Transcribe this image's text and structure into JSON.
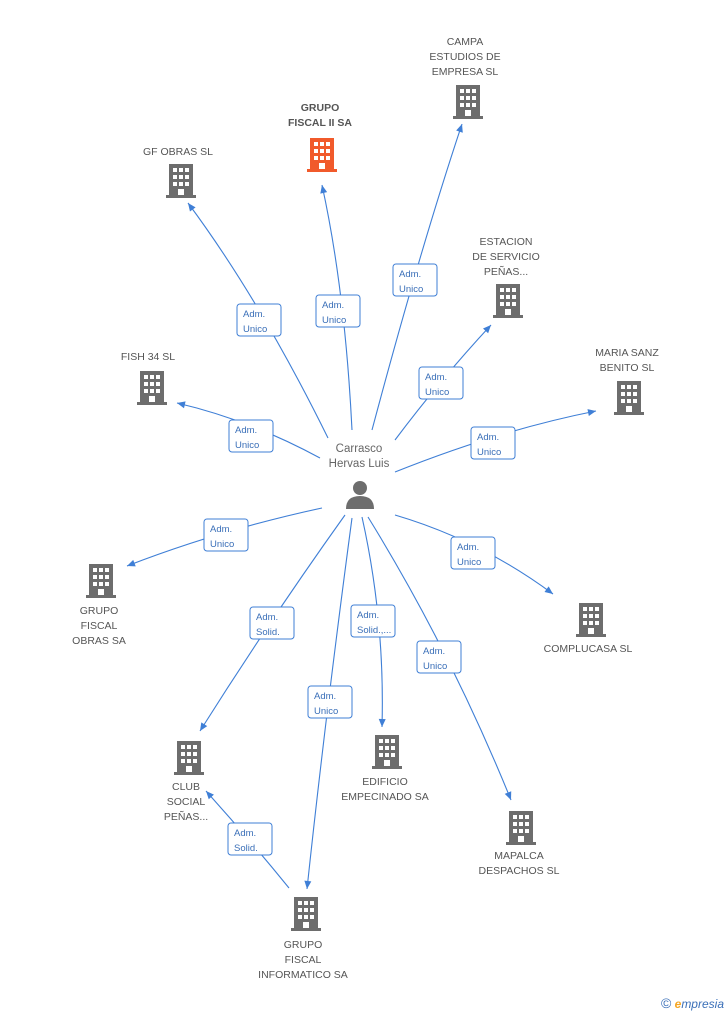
{
  "colors": {
    "edge": "#3f7fd6",
    "building": "#6d6d6d",
    "building_highlight": "#f15a2b",
    "person": "#6d6d6d"
  },
  "center": {
    "label_lines": [
      "Carrasco",
      "Hervas Luis"
    ],
    "icon": "person-icon"
  },
  "nodes": [
    {
      "id": "campa",
      "label_lines": [
        "CAMPA",
        "ESTUDIOS DE",
        "EMPRESA SL"
      ],
      "role_lines": [
        "Adm.",
        "Unico"
      ],
      "highlight": false
    },
    {
      "id": "grupo-fiscal-ii",
      "label_lines": [
        "GRUPO",
        "FISCAL II SA"
      ],
      "role_lines": [
        "Adm.",
        "Unico"
      ],
      "highlight": true
    },
    {
      "id": "gf-obras",
      "label_lines": [
        "GF OBRAS SL"
      ],
      "role_lines": [
        "Adm.",
        "Unico"
      ],
      "highlight": false
    },
    {
      "id": "estacion",
      "label_lines": [
        "ESTACION",
        "DE SERVICIO",
        "PEÑAS..."
      ],
      "role_lines": [
        "Adm.",
        "Unico"
      ],
      "highlight": false
    },
    {
      "id": "fish34",
      "label_lines": [
        "FISH 34 SL"
      ],
      "role_lines": [
        "Adm.",
        "Unico"
      ],
      "highlight": false
    },
    {
      "id": "maria-sanz",
      "label_lines": [
        "MARIA SANZ",
        "BENITO SL"
      ],
      "role_lines": [
        "Adm.",
        "Unico"
      ],
      "highlight": false
    },
    {
      "id": "grupo-fiscal-obras",
      "label_lines": [
        "GRUPO",
        "FISCAL",
        "OBRAS SA"
      ],
      "role_lines": [
        "Adm.",
        "Unico"
      ],
      "highlight": false
    },
    {
      "id": "complucasa",
      "label_lines": [
        "COMPLUCASA SL"
      ],
      "role_lines": [
        "Adm.",
        "Unico"
      ],
      "highlight": false
    },
    {
      "id": "club-social",
      "label_lines": [
        "CLUB",
        "SOCIAL",
        "PEÑAS..."
      ],
      "role_lines": [
        "Adm.",
        "Solid."
      ],
      "highlight": false
    },
    {
      "id": "edificio",
      "label_lines": [
        "EDIFICIO",
        "EMPECINADO SA"
      ],
      "role_lines": [
        "Adm.",
        "Solid.,..."
      ],
      "highlight": false
    },
    {
      "id": "grupo-fiscal-informatico",
      "label_lines": [
        "GRUPO",
        "FISCAL",
        "INFORMATICO SA"
      ],
      "role_lines": [
        "Adm.",
        "Unico"
      ],
      "highlight": false
    },
    {
      "id": "mapalca",
      "label_lines": [
        "MAPALCA",
        "DESPACHOS SL"
      ],
      "role_lines": [
        "Adm.",
        "Unico"
      ],
      "highlight": false
    }
  ],
  "extra_edges": [
    {
      "from": "grupo-fiscal-informatico",
      "to": "club-social",
      "role_lines": [
        "Adm.",
        "Solid."
      ]
    }
  ],
  "footer": {
    "copyright": "©",
    "brand_initial": "e",
    "brand_rest": "mpresia"
  }
}
